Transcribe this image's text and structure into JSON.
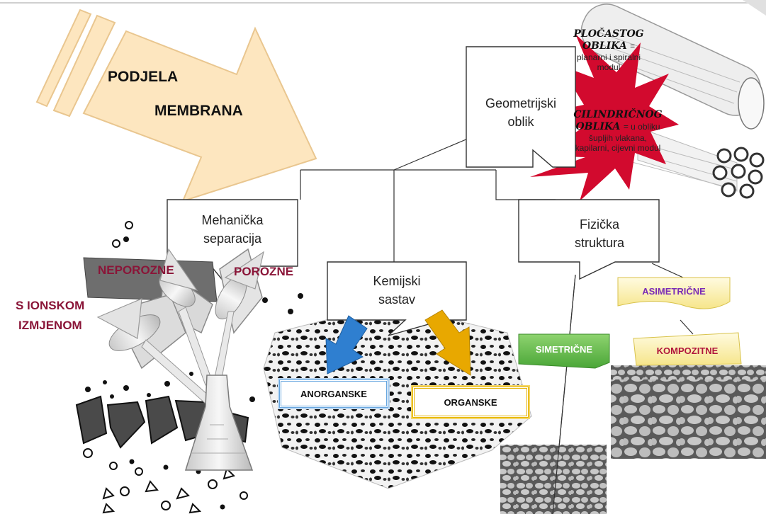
{
  "colors": {
    "arrow_fill": "#fde6bf",
    "arrow_stroke": "#e9c68f",
    "maroon_text": "#8a1538",
    "star_red": "#d20a2e",
    "blue_arrow": "#2f7fd0",
    "gold_arrow": "#e8a800",
    "green_tag": "#5cb84a",
    "yellow_tag": "#fdf3a8",
    "purple_text": "#7a2bb6",
    "mesh_gray": "#a8a8a8"
  },
  "header": {
    "line1": "PODJELA",
    "line2": "MEMBRANA"
  },
  "nodes": {
    "geometry": {
      "line1": "Geometrijski",
      "line2": "oblik"
    },
    "mechanical": {
      "line1": "Mehanička",
      "line2": "separacija"
    },
    "chemical": {
      "line1": "Kemijski",
      "line2": "sastav"
    },
    "physical": {
      "line1": "Fizička",
      "line2": "struktura"
    }
  },
  "mechanical_types": {
    "nonporous": "NEPOROZNE",
    "porous": "POROZNE",
    "ion_line1": "S IONSKOM",
    "ion_line2": "IZMJENOM"
  },
  "chemical_types": {
    "inorganic": "ANORGANSKE",
    "organic": "ORGANSKE"
  },
  "physical_types": {
    "symmetric": "SIMETRIČNE",
    "asymmetric": "ASIMETRIČNE",
    "composite": "KOMPOZITNE"
  },
  "geometry_types": {
    "flat_title1": "PLOČASTOG",
    "flat_title2": "OBLIKA",
    "flat_eq": "=",
    "flat_desc1": "planarni i spiralni",
    "flat_desc2": "modul",
    "cyl_title1": "CILINDRIČNOG",
    "cyl_title2": "OBLIKA",
    "cyl_desc_eq": "= u obliku",
    "cyl_desc2": "šupljih vlakana,",
    "cyl_desc3": "kapilarni, cijevni modul"
  }
}
